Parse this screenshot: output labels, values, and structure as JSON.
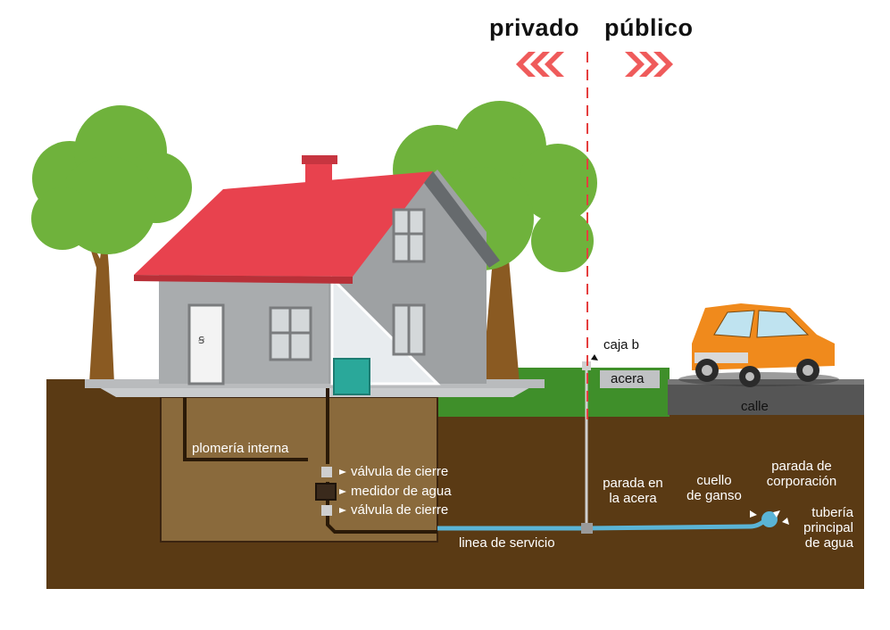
{
  "headers": {
    "private": "privado",
    "public": "público"
  },
  "labels": {
    "caja_b": "caja b",
    "acera": "acera",
    "calle": "calle",
    "plomeria_interna": "plomería interna",
    "valvula_cierre_1": "válvula de cierre",
    "medidor_agua": "medidor de agua",
    "valvula_cierre_2": "válvula de cierre",
    "linea_servicio": "linea de servicio",
    "parada_acera_1": "parada en",
    "parada_acera_2": "la acera",
    "cuello_ganso_1": "cuello",
    "cuello_ganso_2": "de ganso",
    "parada_corporacion_1": "parada de",
    "parada_corporacion_2": "corporación",
    "tuberia_principal_1": "tubería",
    "tuberia_principal_2": "principal",
    "tuberia_principal_3": "de agua"
  },
  "colors": {
    "soil": "#5a3a14",
    "grass": "#3f8f2a",
    "road": "#555555",
    "roof": "#e8424e",
    "house_wall": "#a9acae",
    "water_pipe": "#5ab4d6",
    "divider": "#e53e3e",
    "car": "#f08a1c",
    "tree_leaves": "#6fb23c",
    "tree_trunk": "#8a5a22"
  },
  "icons": [
    "chevron-left-icon",
    "chevron-right-icon",
    "arrow-pointer-icon"
  ]
}
